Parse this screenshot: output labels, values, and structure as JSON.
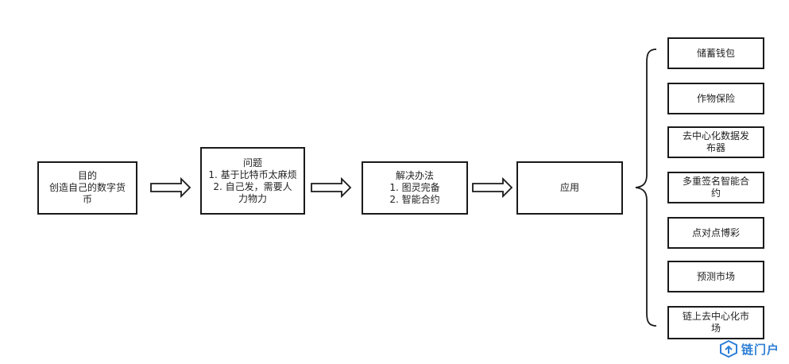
{
  "nodes": {
    "goal": {
      "lines": [
        "目的",
        "创造自己的数字货",
        "币"
      ]
    },
    "problem": {
      "lines": [
        "问题",
        "1. 基于比特币太麻烦",
        "2. 自己发，需要人",
        "力物力"
      ]
    },
    "solution": {
      "lines": [
        "解决办法",
        "1. 图灵完备",
        "2. 智能合约"
      ]
    },
    "application": {
      "lines": [
        "应用"
      ]
    }
  },
  "applications": [
    {
      "lines": [
        "储蓄钱包"
      ]
    },
    {
      "lines": [
        "作物保险"
      ]
    },
    {
      "lines": [
        "去中心化数据发",
        "布器"
      ]
    },
    {
      "lines": [
        "多重签名智能合",
        "约"
      ]
    },
    {
      "lines": [
        "点对点博彩"
      ]
    },
    {
      "lines": [
        "预测市场"
      ]
    },
    {
      "lines": [
        "链上去中心化市",
        "场"
      ]
    }
  ],
  "logo": {
    "text": "链门户",
    "icon": "link-logo-icon"
  },
  "colors": {
    "border": "#1a1a1a",
    "logo": "#2f7fd6"
  }
}
